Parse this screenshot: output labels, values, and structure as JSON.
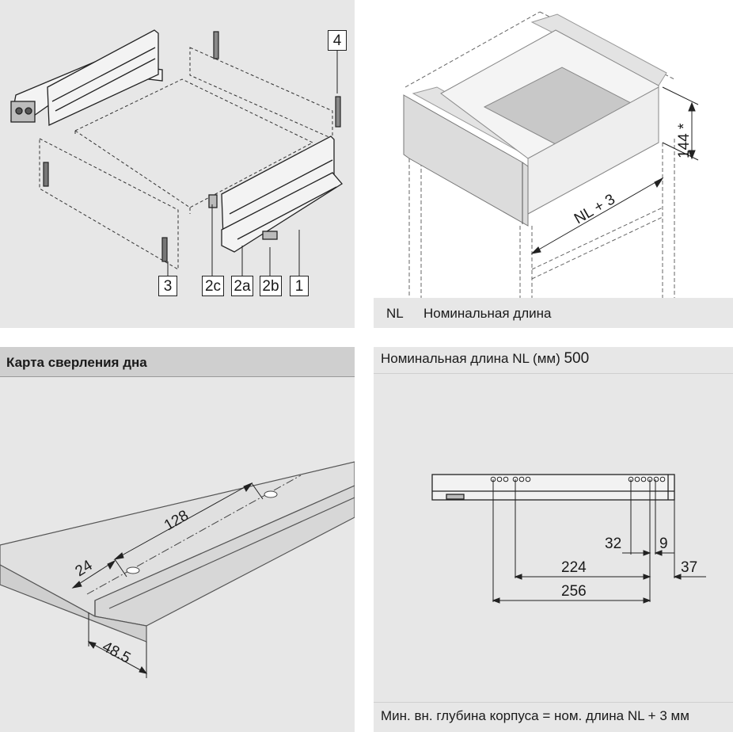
{
  "exploded_view": {
    "labels": [
      "4",
      "3",
      "2c",
      "2a",
      "2b",
      "1"
    ]
  },
  "drawer_view": {
    "dim_height": "144 *",
    "dim_length": "NL + 3",
    "caption_abbr": "NL",
    "caption_text": "Номинальная длина"
  },
  "drilling_map": {
    "title": "Карта сверления дна",
    "dim_128": "128",
    "dim_24": "24",
    "dim_48_5": "48.5"
  },
  "nominal_length": {
    "header_label": "Номинальная длина NL (мм)",
    "header_value": "500",
    "dims": [
      "32",
      "9",
      "224",
      "37",
      "256"
    ],
    "footer": "Мин. вн. глубина корпуса = ном. длина NL + 3 мм"
  }
}
